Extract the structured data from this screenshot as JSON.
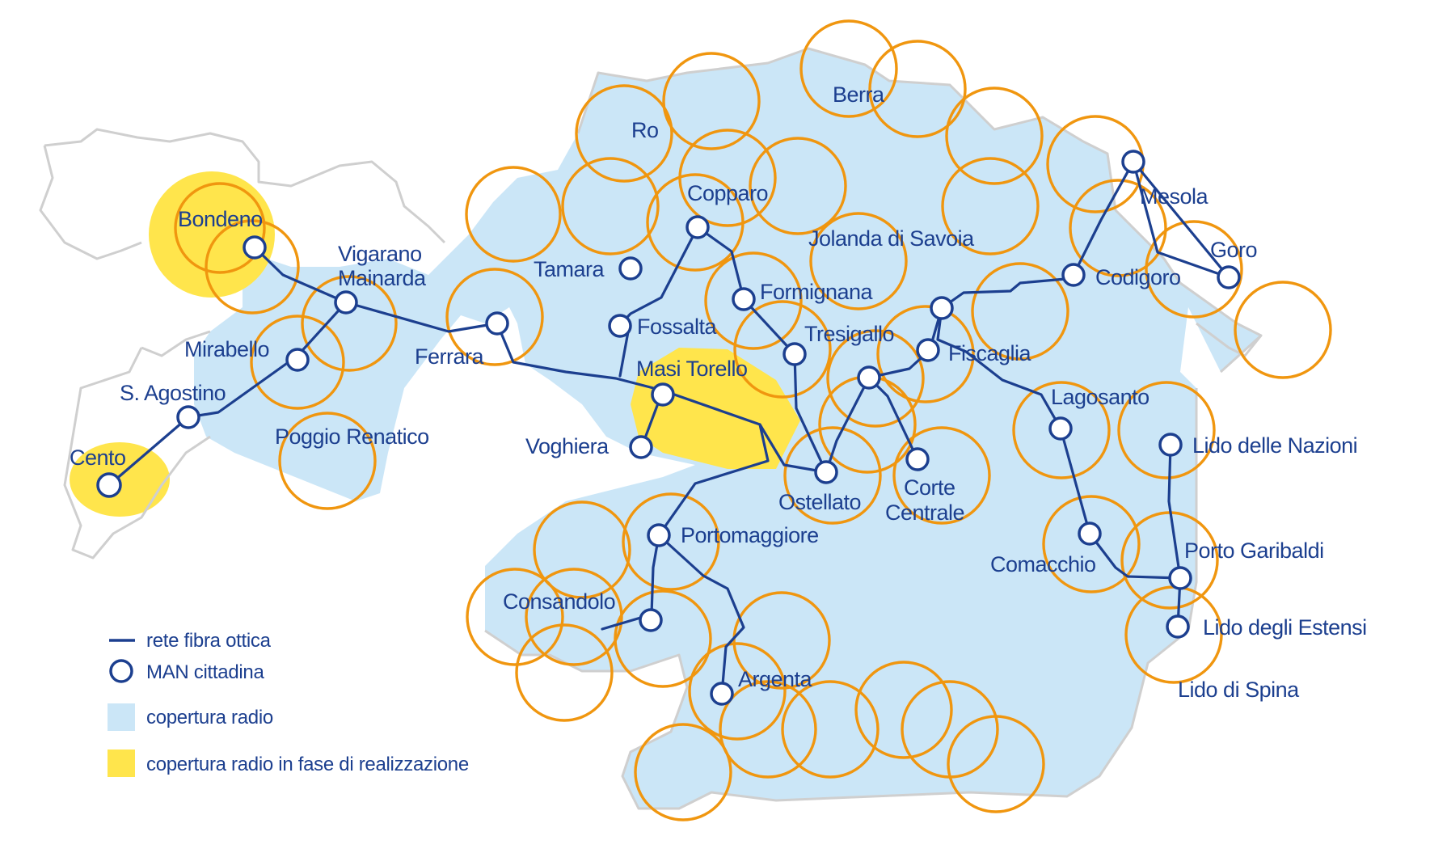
{
  "colors": {
    "fiber": "#1c3f8f",
    "radio_coverage": "#cbe6f7",
    "coverage_in_progress": "#ffe54c",
    "antenna_ring": "#f0960f",
    "border": "#cfcfcf"
  },
  "towns": {
    "bondeno": "Bondeno",
    "vigarano": "Vigarano",
    "mainarda": "Mainarda",
    "mirabello": "Mirabello",
    "sagostino": "S. Agostino",
    "cento": "Cento",
    "poggio": "Poggio Renatico",
    "ferrara": "Ferrara",
    "ro": "Ro",
    "berra": "Berra",
    "copparo": "Copparo",
    "tamara": "Tamara",
    "fossalta": "Fossalta",
    "formignana": "Formignana",
    "jolanda": "Jolanda di Savoia",
    "tresigallo": "Tresigallo",
    "masitorello": "Masi Torello",
    "voghiera": "Voghiera",
    "fiscaglia": "Fiscaglia",
    "ostellato": "Ostellato",
    "corte": "Corte",
    "centrale": "Centrale",
    "portomaggiore": "Portomaggiore",
    "consandolo": "Consandolo",
    "argenta": "Argenta",
    "mesola": "Mesola",
    "goro": "Goro",
    "codigoro": "Codigoro",
    "lagosanto": "Lagosanto",
    "lidonazioni": "Lido delle Nazioni",
    "comacchio": "Comacchio",
    "portogaribaldi": "Porto Garibaldi",
    "lidoestensi": "Lido degli Estensi",
    "lidospina": "Lido di Spina"
  },
  "legend": {
    "fiber": "rete fibra ottica",
    "man": "MAN cittadina",
    "radio": "copertura radio",
    "radio_in_progress": "copertura radio in fase di realizzazione"
  }
}
